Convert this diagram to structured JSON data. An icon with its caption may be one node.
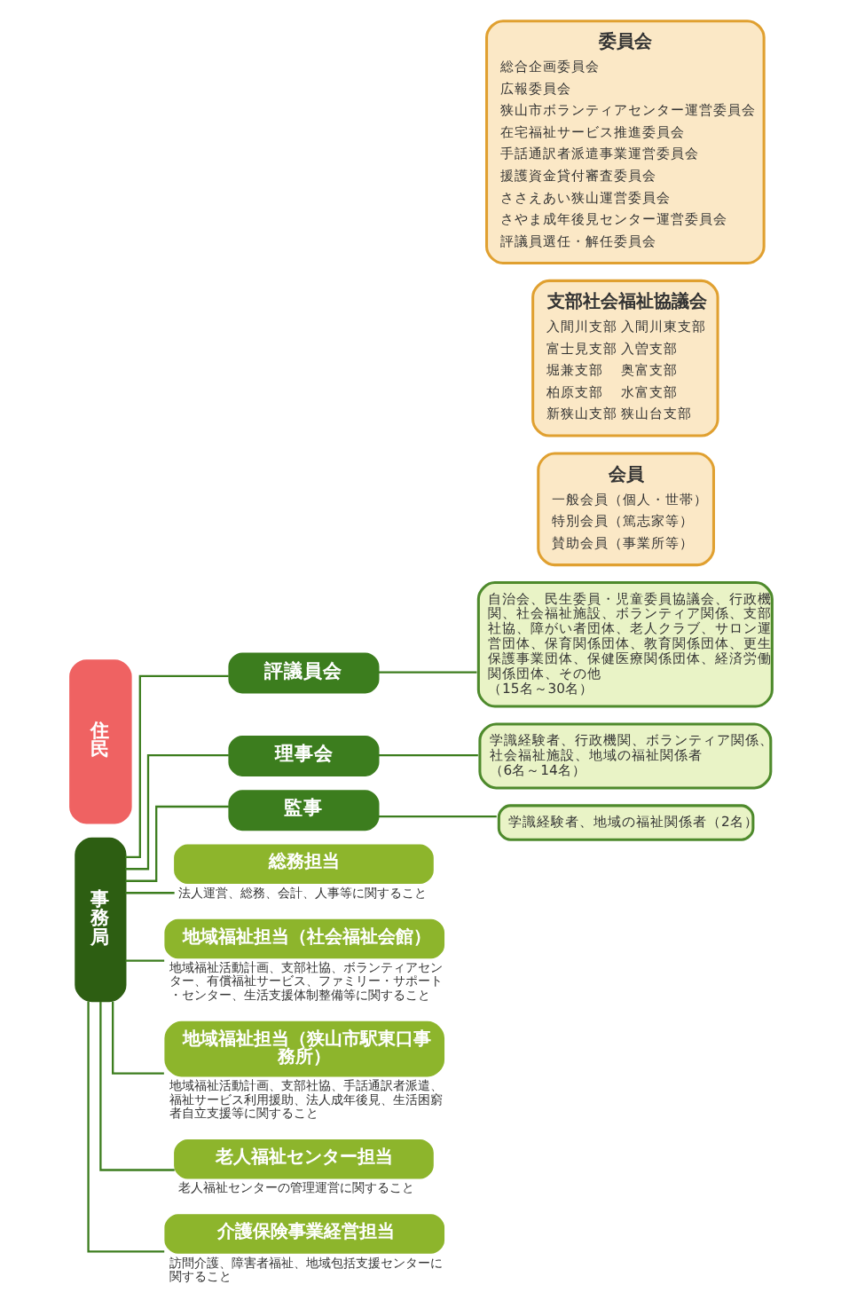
{
  "diagram": {
    "nodes": [
      {
        "text": [
          "事務局"
        ]
      },
      {
        "text": [
          "評議員会"
        ]
      },
      {
        "text": [
          "自治会、民生委員・児童委員協議会、行政機関、社会福祉施設、ボランティア関係、支部社協、障がい者団体、老人クラブ、サロン運営団体、保育関係団体、教育関係団体、更生保護事業団体、保健医療関係団体、経済労働関係団体、その他",
          "（15名～30名）"
        ]
      },
      {
        "text": [
          "理事会"
        ]
      },
      {
        "text": [
          "学識経験者、行政機関、ボランティア関係、社会福祉施設、地域の福祉関係者",
          "（6名～14名）"
        ]
      },
      {
        "text": [
          "監事"
        ]
      },
      {
        "text": [
          "学識経験者、地域の福祉関係者（2名）"
        ]
      },
      {
        "text": [
          "住民"
        ]
      },
      {
        "text": [
          "総務担当"
        ],
        "beside": [
          "法人運営、総務、会計、人事等に関すること"
        ]
      },
      {
        "text": [
          "地域福祉担当（社会福祉会館）"
        ],
        "beside": [
          "地域福祉活動計画、支部社協、ボランティアセンター、有償福祉サービス、ファミリー・サポート・センター、生活支援体制整備等に関すること"
        ]
      },
      {
        "text": [
          "地域福祉担当（狭山市駅東口事務所）"
        ],
        "beside": [
          "地域福祉活動計画、支部社協、手話通訳者派遣、福祉サービス利用援助、法人成年後見、生活困窮者自立支援等に関すること"
        ]
      },
      {
        "text": [
          "老人福祉センター担当"
        ],
        "beside": [
          "老人福祉センターの管理運営に関すること"
        ]
      },
      {
        "text": [
          "介護保険事業経営担当"
        ],
        "beside": [
          "訪問介護、障害者福祉、地域包括支援センターに関すること"
        ]
      },
      {
        "text": [
          "会員",
          "一般会員（個人・世帯）",
          "特別会員（篤志家等）",
          "賛助会員（事業所等）"
        ]
      },
      {
        "text": [
          "支部社会福祉協議会",
          "入間川支部",
          "入間川東支部",
          "富士見支部",
          "入曽支部",
          "堀兼支部",
          "奥富支部",
          "柏原支部",
          "水富支部",
          "新狭山支部",
          "狭山台支部"
        ]
      },
      {
        "text": [
          "委員会",
          "総合企画委員会",
          "広報委員会",
          "狭山市ボランティアセンター運営委員会",
          "在宅福祉サービス推進委員会",
          "手話通訳者派遣事業運営委員会",
          "援護資金貸付審査委員会",
          "ささえあい狭山運営委員会",
          "さやま成年後見センター運営委員会",
          "評議員選任・解任委員会"
        ]
      }
    ],
    "edges": [
      {
        "from": 0,
        "to": 1,
        "arrow": "none"
      },
      {
        "from": 0,
        "to": 3,
        "arrow": "none"
      },
      {
        "from": 0,
        "to": 5,
        "arrow": "none"
      },
      {
        "from": 1,
        "to": 2,
        "arrow": "none"
      },
      {
        "from": 3,
        "to": 4,
        "arrow": "none"
      },
      {
        "from": 5,
        "to": 6,
        "arrow": "none"
      },
      {
        "from": 0,
        "to": 8,
        "arrow": "none"
      },
      {
        "from": 0,
        "to": 9,
        "arrow": "none"
      },
      {
        "from": 0,
        "to": 10,
        "arrow": "none"
      },
      {
        "from": 0,
        "to": 11,
        "arrow": "none"
      },
      {
        "from": 0,
        "to": 12,
        "arrow": "none"
      }
    ]
  }
}
